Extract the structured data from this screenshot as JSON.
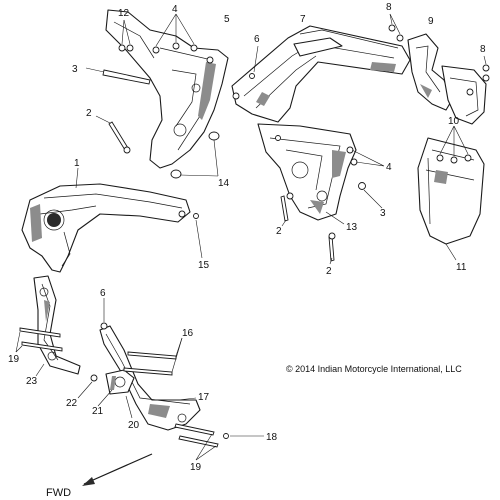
{
  "callouts": {
    "c1": "1",
    "c2a": "2",
    "c2b": "2",
    "c2c": "2",
    "c3a": "3",
    "c3b": "3",
    "c4a": "4",
    "c4b": "4",
    "c5": "5",
    "c6a": "6",
    "c6b": "6",
    "c7": "7",
    "c8a": "8",
    "c8b": "8",
    "c9": "9",
    "c10": "10",
    "c11": "11",
    "c12": "12",
    "c13": "13",
    "c14": "14",
    "c15": "15",
    "c16": "16",
    "c17": "17",
    "c18": "18",
    "c19a": "19",
    "c19b": "19",
    "c20": "20",
    "c21": "21",
    "c22": "22",
    "c23": "23"
  },
  "direction_label": "FWD",
  "copyright": "© 2014 Indian Motorcycle International, LLC",
  "colors": {
    "line": "#1a1a1a",
    "background": "#ffffff",
    "shading": "#8c8c8c"
  }
}
